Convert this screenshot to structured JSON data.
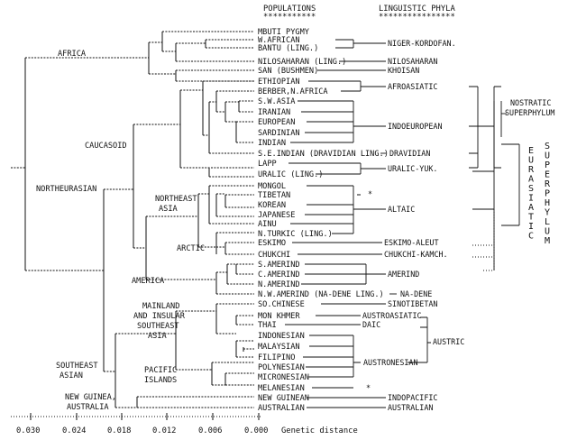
{
  "headers": {
    "populations": "POPULATIONS",
    "populations_stars": "***********",
    "linguistic_phyla": "LINGUISTIC PHYLA",
    "linguistic_stars": "****************"
  },
  "populations": [
    "MBUTI PYGMY",
    "W.AFRICAN",
    "BANTU (LING.)",
    "NILOSAHARAN (LING.)",
    "SAN (BUSHMEN)",
    "ETHIOPIAN",
    "BERBER,N.AFRICA",
    "S.W.ASIA",
    "IRANIAN",
    "EUROPEAN",
    "SARDINIAN",
    "INDIAN",
    "S.E.INDIAN (DRAVIDIAN LING.)",
    "LAPP",
    "URALIC (LING.)",
    "MONGOL",
    "TIBETAN",
    "KOREAN",
    "JAPANESE",
    "AINU",
    "N.TURKIC (LING.)",
    "ESKIMO",
    "CHUKCHI",
    "S.AMERIND",
    "C.AMERIND",
    "N.AMERIND",
    "N.W.AMERIND (NA-DENE LING.)",
    "SO.CHINESE",
    "MON KHMER",
    "THAI",
    "INDONESIAN",
    "MALAYSIAN",
    "FILIPINO",
    "POLYNESIAN",
    "MICRONESIAN",
    "MELANESIAN",
    "NEW GUINEAN",
    "AUSTRALIAN"
  ],
  "linguistic_phyla": {
    "niger_kordofan": "NIGER-KORDOFAN.",
    "nilosaharan": "NILOSAHARAN",
    "khoisan": "KHOISAN",
    "afroasiatic": "AFROASIATIC",
    "indoeuropean": "INDOEUROPEAN",
    "dravidian": "DRAVIDIAN",
    "uralic_yuk": "URALIC-YUK.",
    "altaic": "ALTAIC",
    "eskimo_aleut": "ESKIMO-ALEUT",
    "chukchi_kamch": "CHUKCHI-KAMCH.",
    "amerind": "AMERIND",
    "na_dene": "NA-DENE",
    "sinotibetan": "SINOTIBETAN",
    "austroasiatic": "AUSTROASIATIC",
    "daic": "DAIC",
    "austric": "AUSTRIC",
    "austronesian": "AUSTRONESIAN",
    "indopacific": "INDOPACIFIC",
    "australian": "AUSTRALIAN"
  },
  "superphyla": {
    "nostratic_1": "NOSTRATIC",
    "nostratic_2": "SUPERPHYLUM",
    "eurasiatic_letters": [
      "E",
      "U",
      "R",
      "A",
      "S",
      "I",
      "A",
      "T",
      "I",
      "C"
    ],
    "superphylum_letters": [
      "S",
      "U",
      "P",
      "E",
      "R",
      "P",
      "H",
      "Y",
      "L",
      "U",
      "M"
    ]
  },
  "groups": {
    "africa": "AFRICA",
    "caucasoid": "CAUCASOID",
    "northeurasian": "NORTHEURASIAN",
    "northeast_asia_1": "NORTHEAST",
    "northeast_asia_2": "ASIA",
    "arctic": "ARCTIC",
    "america": "AMERICA",
    "mainland_1": "MAINLAND",
    "mainland_2": "AND INSULAR",
    "mainland_3": "SOUTHEAST",
    "mainland_4": "ASIA",
    "pacific_1": "PACIFIC",
    "pacific_2": "ISLANDS",
    "southeast_asian_1": "SOUTHEAST",
    "southeast_asian_2": "ASIAN",
    "new_guinea_1": "NEW GUINEA,",
    "new_guinea_2": "AUSTRALIA"
  },
  "markers": {
    "star": "*"
  },
  "axis": {
    "ticks": [
      "0.030",
      "0.024",
      "0.018",
      "0.012",
      "0.006",
      "0.000"
    ],
    "label": "Genetic distance"
  }
}
